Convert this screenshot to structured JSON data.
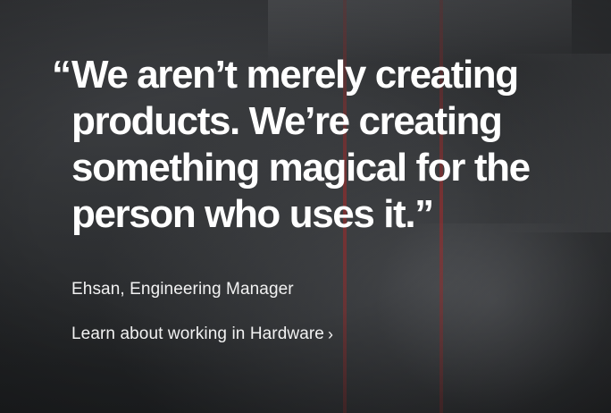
{
  "quote": {
    "open_mark": "“",
    "text": "We aren’t merely creating products. We’re creating something magical for the person who uses it.",
    "close_mark": "”"
  },
  "author": "Ehsan, Engineering Manager",
  "link": {
    "label": "Learn about working in Hardware",
    "icon": "chevron-right-icon",
    "chevron": "›"
  },
  "colors": {
    "text": "#ffffff",
    "background": "#2b2d2f",
    "accent_bars": "#a02828"
  }
}
